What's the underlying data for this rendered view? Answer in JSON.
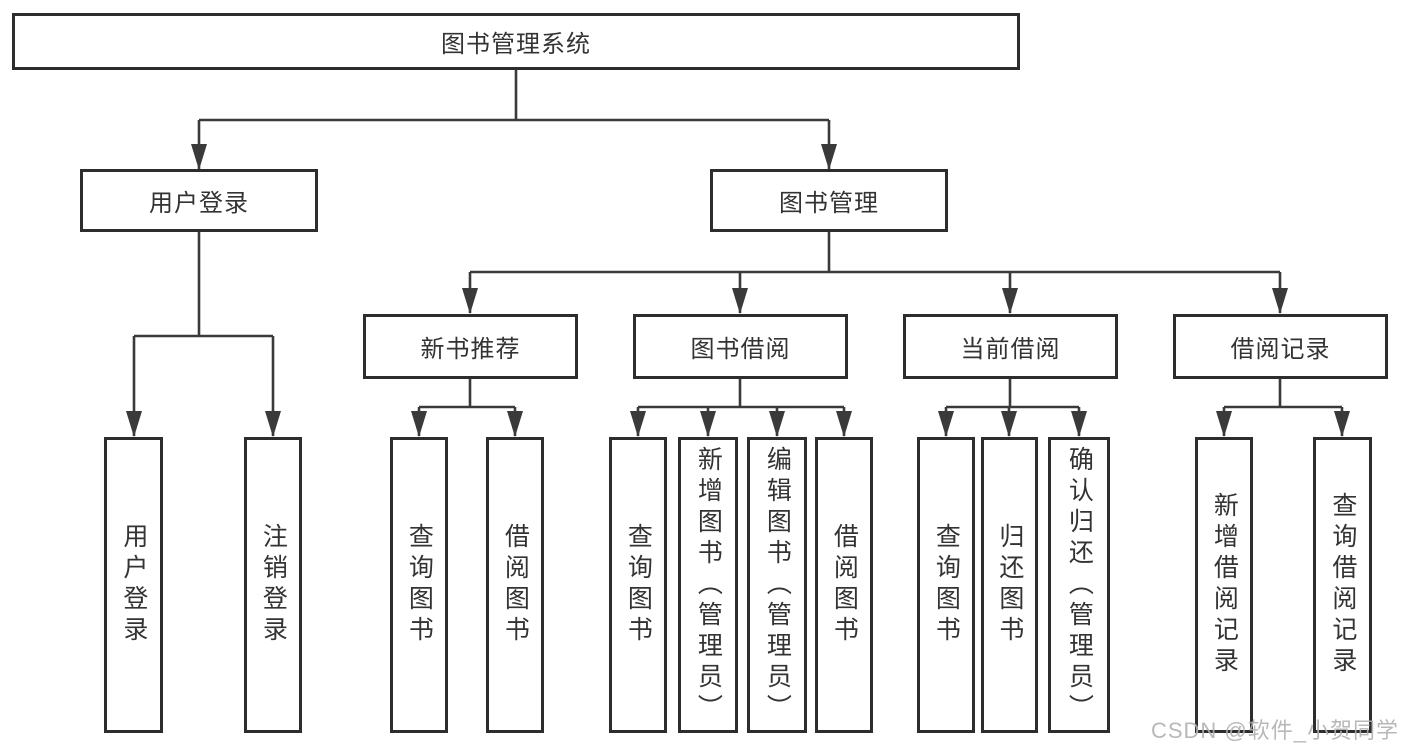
{
  "diagram_title": "图书管理系统",
  "nodes": {
    "root": "图书管理系统",
    "user_login": "用户登录",
    "book_management": "图书管理",
    "new_book_recommend": "新书推荐",
    "book_borrowing": "图书借阅",
    "current_borrowing": "当前借阅",
    "borrowing_records": "借阅记录",
    "leaf_user_login": "用户登录",
    "leaf_logout": "注销登录",
    "leaf_query_books_recommend": "查询图书",
    "leaf_borrow_books_recommend": "借阅图书",
    "leaf_query_books_borrowing": "查询图书",
    "leaf_add_books_admin": "新增图书（管理员）",
    "leaf_edit_books_admin": "编辑图书（管理员）",
    "leaf_borrow_books_borrowing": "借阅图书",
    "leaf_query_books_current": "查询图书",
    "leaf_return_books": "归还图书",
    "leaf_confirm_return_admin": "确认归还（管理员）",
    "leaf_add_borrow_record": "新增借阅记录",
    "leaf_query_borrow_record": "查询借阅记录"
  },
  "watermark": "CSDN @软件_小贺同学",
  "colors": {
    "background": "#ffffff",
    "box_border": "#2d2d2d",
    "connector_line": "#3a3a3a",
    "text": "#333333",
    "watermark": "#b0b0b0"
  }
}
